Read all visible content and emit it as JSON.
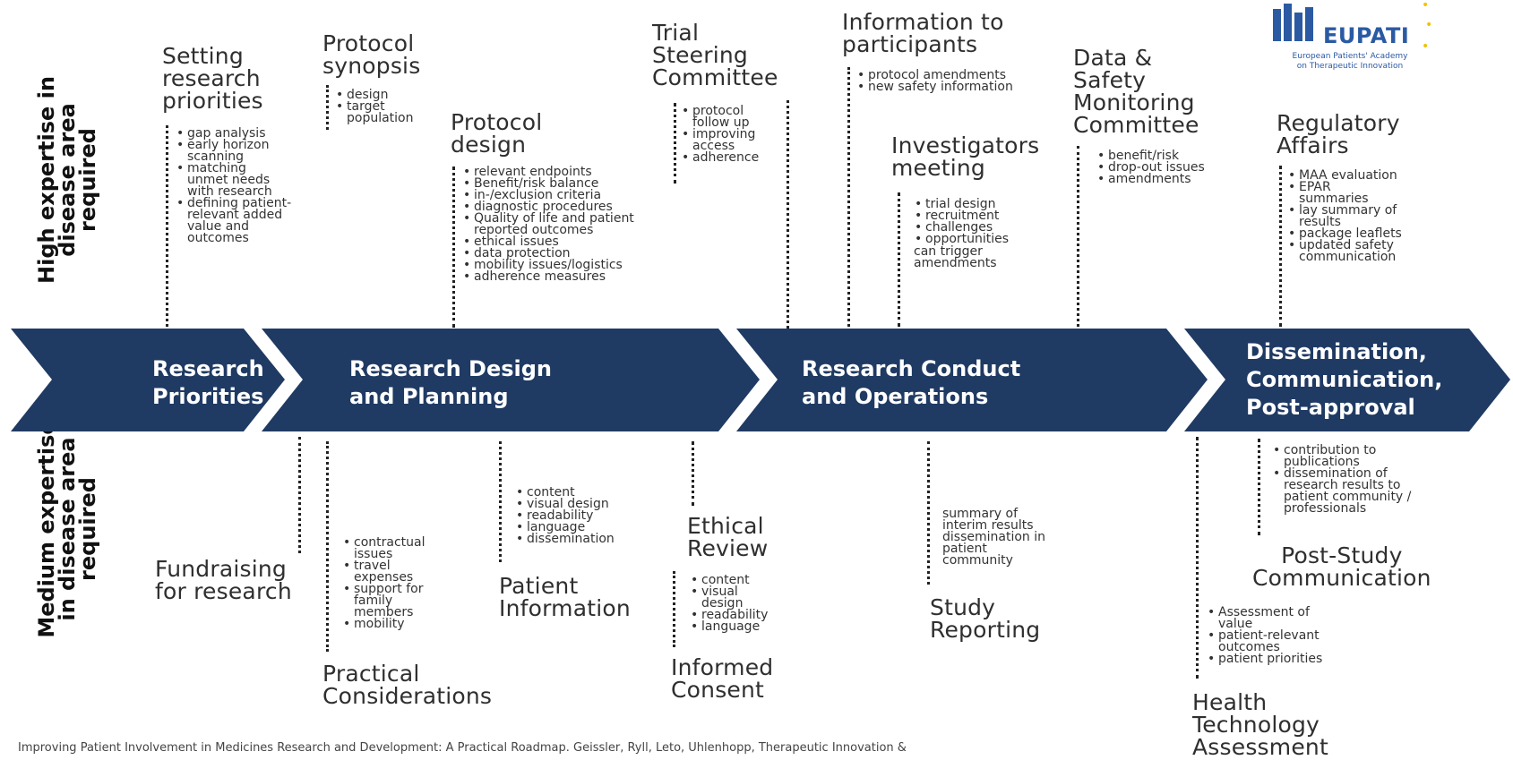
{
  "logo": {
    "name": "EUPATI",
    "subtitle_1": "European Patients' Academy",
    "subtitle_2": "on Therapeutic Innovation"
  },
  "side_labels": {
    "high": "High expertise in\ndisease area\nrequired",
    "medium": "Medium expertise\nin disease area\nrequired"
  },
  "phases": [
    {
      "label": "Research\nPriorities"
    },
    {
      "label": "Research Design\nand Planning"
    },
    {
      "label": "Research Conduct\nand Operations"
    },
    {
      "label": "Dissemination,\nCommunication,\nPost-approval"
    }
  ],
  "top": {
    "setting": {
      "title": "Setting\nresearch\npriorities",
      "items": [
        "gap analysis",
        "early horizon\nscanning",
        "matching\nunmet needs\nwith research",
        "defining patient-\nrelevant added\nvalue and\noutcomes"
      ]
    },
    "synopsis": {
      "title": "Protocol\nsynopsis",
      "items": [
        "design",
        "target\npopulation"
      ]
    },
    "design": {
      "title": "Protocol\ndesign",
      "items": [
        "relevant endpoints",
        "Benefit/risk balance",
        "in-/exclusion criteria",
        "diagnostic procedures",
        "Quality of life and patient\nreported outcomes",
        "ethical issues",
        "data protection",
        "mobility issues/logistics",
        "adherence measures"
      ]
    },
    "steering": {
      "title": "Trial\nSteering\nCommittee",
      "items": [
        "protocol\nfollow up",
        "improving\naccess",
        "adherence"
      ]
    },
    "info": {
      "title": "Information to\nparticipants",
      "items": [
        "protocol amendments",
        "new safety information"
      ]
    },
    "investigators": {
      "title": "Investigators\nmeeting",
      "items": [
        "trial design",
        "recruitment",
        "challenges",
        "opportunities"
      ],
      "note": "can trigger\namendments"
    },
    "dsmc": {
      "title": "Data &\nSafety\nMonitoring\nCommittee",
      "items": [
        "benefit/risk",
        "drop-out issues",
        "amendments"
      ]
    },
    "regulatory": {
      "title": "Regulatory\nAffairs",
      "items": [
        "MAA evaluation",
        "EPAR\nsummaries",
        "lay summary of\nresults",
        "package leaflets",
        "updated safety\ncommunication"
      ]
    }
  },
  "bottom": {
    "fundraising": {
      "title": "Fundraising\nfor research"
    },
    "practical": {
      "title": "Practical\nConsiderations",
      "items": [
        "contractual\nissues",
        "travel\nexpenses",
        "support for\nfamily\nmembers",
        "mobility"
      ]
    },
    "patient_info": {
      "title": "Patient\nInformation",
      "items": [
        "content",
        "visual design",
        "readability",
        "language",
        "dissemination"
      ]
    },
    "ethical": {
      "title": "Ethical\nReview"
    },
    "consent": {
      "title": "Informed\nConsent",
      "items": [
        "content",
        "visual\ndesign",
        "readability",
        "language"
      ]
    },
    "study_reporting": {
      "title": "Study\nReporting",
      "note": "summary of\ninterim results\ndissemination in\npatient\ncommunity"
    },
    "post_study": {
      "title": "Post-Study\nCommunication",
      "items": [
        "contribution to\npublications",
        "dissemination of\nresearch results to\npatient community /\nprofessionals"
      ]
    },
    "hta": {
      "title": "Health\nTechnology\nAssessment",
      "items": [
        "Assessment of\nvalue",
        "patient-relevant\noutcomes",
        "patient priorities"
      ]
    }
  },
  "caption": "Improving Patient Involvement in Medicines Research and Development: A Practical Roadmap. Geissler, Ryll, Leto, Uhlenhopp, Therapeutic Innovation &",
  "colors": {
    "arrow": "#1f3a63",
    "logo_blue": "#2b5aa3",
    "logo_yellow": "#f2c200"
  }
}
